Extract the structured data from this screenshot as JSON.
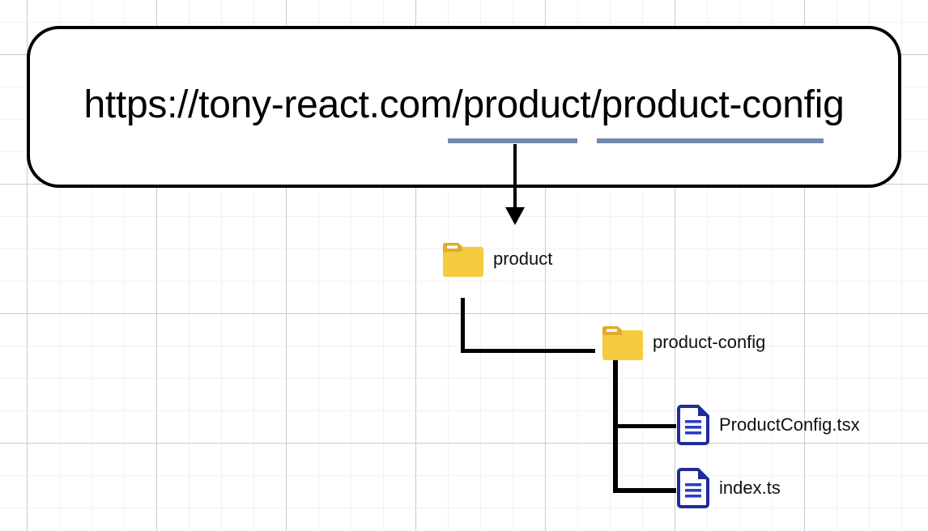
{
  "diagram": {
    "type": "url-to-folder-structure",
    "url_card": {
      "url": "https://tony-react.com/product/product-config",
      "underline_color": "#7289b0",
      "underlined_segments": [
        "product",
        "product-config"
      ],
      "border_color": "#000000"
    },
    "arrow": {
      "name": "maps-to-arrow",
      "color": "#000000"
    },
    "tree": [
      {
        "label": "product",
        "kind": "folder",
        "icon": "folder-icon",
        "depth": 0
      },
      {
        "label": "product-config",
        "kind": "folder",
        "icon": "folder-icon",
        "depth": 1
      },
      {
        "label": "ProductConfig.tsx",
        "kind": "file",
        "icon": "file-icon",
        "depth": 2
      },
      {
        "label": "index.ts",
        "kind": "file",
        "icon": "file-icon",
        "depth": 2
      }
    ],
    "colors": {
      "folder_body": "#f5cb3f",
      "folder_tab": "#e0ad2a",
      "file_outline": "#1f2c9b",
      "file_accent": "#2a3fc4",
      "line": "#000000",
      "grid_major": "#c9cacb",
      "grid_minor": "#f1f1f2",
      "background": "#ffffff"
    }
  }
}
